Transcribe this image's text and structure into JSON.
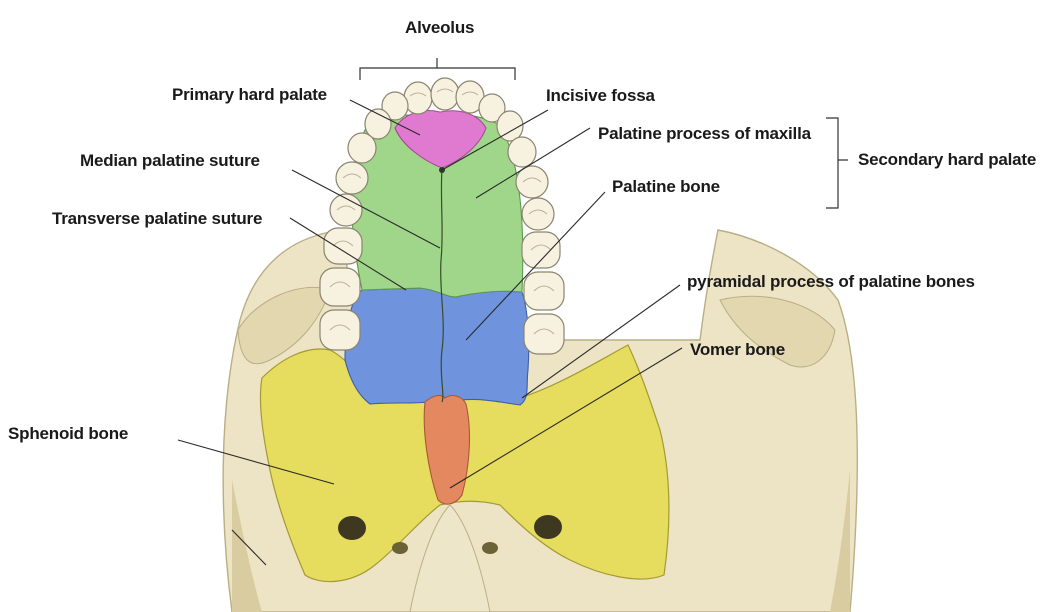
{
  "colors": {
    "background": "#ffffff",
    "skull_bone": "#ece4c4",
    "primary_hard_palate": "#e07ad0",
    "palatine_process_maxilla": "#9fd68a",
    "palatine_bone": "#6f93dd",
    "vomer_bone": "#e48860",
    "sphenoid_bone": "#e6dc5e",
    "teeth": "#f7f2df"
  },
  "labels": {
    "alveolus": "Alveolus",
    "primary_hard_palate": "Primary hard palate",
    "incisive_fossa": "Incisive fossa",
    "palatine_process_maxilla": "Palatine process of maxilla",
    "secondary_hard_palate": "Secondary hard palate",
    "median_palatine_suture": "Median palatine suture",
    "palatine_bone": "Palatine bone",
    "transverse_palatine_suture": "Transverse palatine suture",
    "pyramidal_process": "pyramidal process of palatine bones",
    "vomer_bone": "Vomer bone",
    "sphenoid_bone": "Sphenoid bone"
  }
}
